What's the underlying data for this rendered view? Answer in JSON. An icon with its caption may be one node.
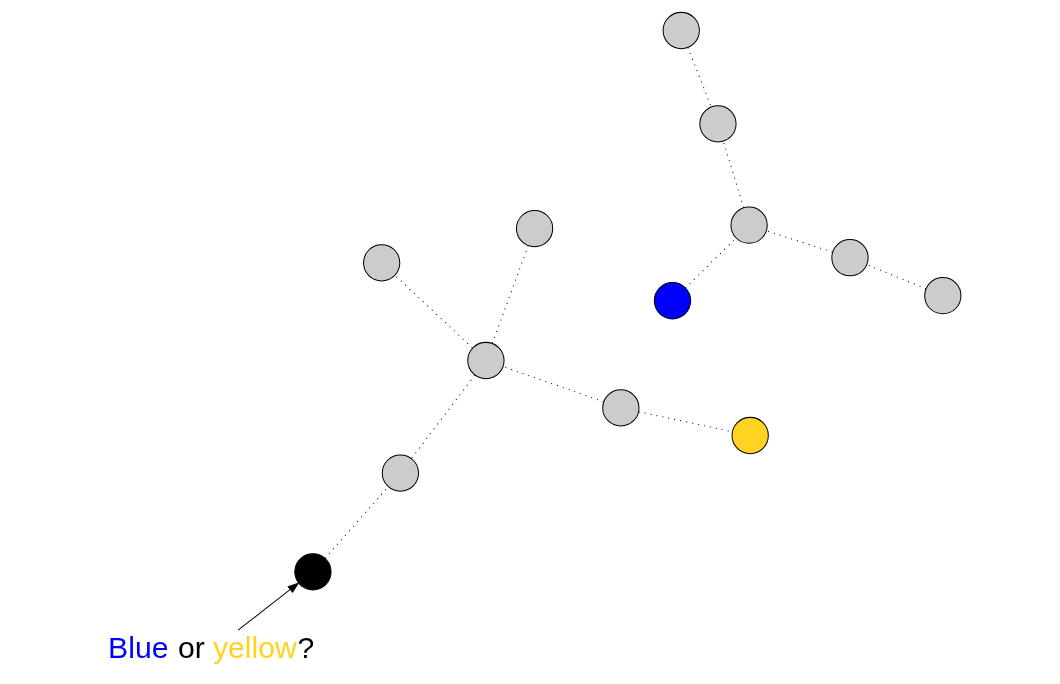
{
  "diagram": {
    "nodes": [
      {
        "text": [
          "Blue or yellow?"
        ]
      },
      {
        "text": [],
        "shape": "circle"
      },
      {
        "text": [],
        "shape": "circle"
      },
      {
        "text": [],
        "shape": "circle"
      },
      {
        "text": [],
        "shape": "circle"
      },
      {
        "text": [],
        "shape": "circle"
      },
      {
        "text": [],
        "shape": "circle"
      },
      {
        "text": [],
        "shape": "circle"
      },
      {
        "text": [],
        "shape": "circle"
      },
      {
        "text": [],
        "shape": "circle"
      },
      {
        "text": [],
        "shape": "circle"
      },
      {
        "text": [],
        "shape": "circle"
      },
      {
        "text": [],
        "shape": "circle"
      },
      {
        "text": [],
        "shape": "circle"
      }
    ],
    "edges": [
      {
        "from": 0,
        "to": 2,
        "arrow": "to"
      },
      {
        "from": 1,
        "to": 3,
        "arrow": "none",
        "style": "dashed"
      },
      {
        "from": 2,
        "to": 4,
        "arrow": "none",
        "style": "dashed"
      },
      {
        "from": 3,
        "to": 4,
        "arrow": "none",
        "style": "dashed"
      },
      {
        "from": 5,
        "to": 3,
        "arrow": "none",
        "style": "dashed"
      },
      {
        "from": 3,
        "to": 6,
        "arrow": "none",
        "style": "dashed"
      },
      {
        "from": 5,
        "to": 7,
        "arrow": "none",
        "style": "dashed"
      },
      {
        "from": 10,
        "to": 9,
        "arrow": "none",
        "style": "dashed"
      },
      {
        "from": 9,
        "to": 12,
        "arrow": "none",
        "style": "dashed"
      },
      {
        "from": 8,
        "to": 11,
        "arrow": "none",
        "style": "dashed"
      },
      {
        "from": 12,
        "to": 11,
        "arrow": "none",
        "style": "dashed"
      },
      {
        "from": 13,
        "to": 12,
        "arrow": "none",
        "style": "dashed"
      }
    ]
  }
}
